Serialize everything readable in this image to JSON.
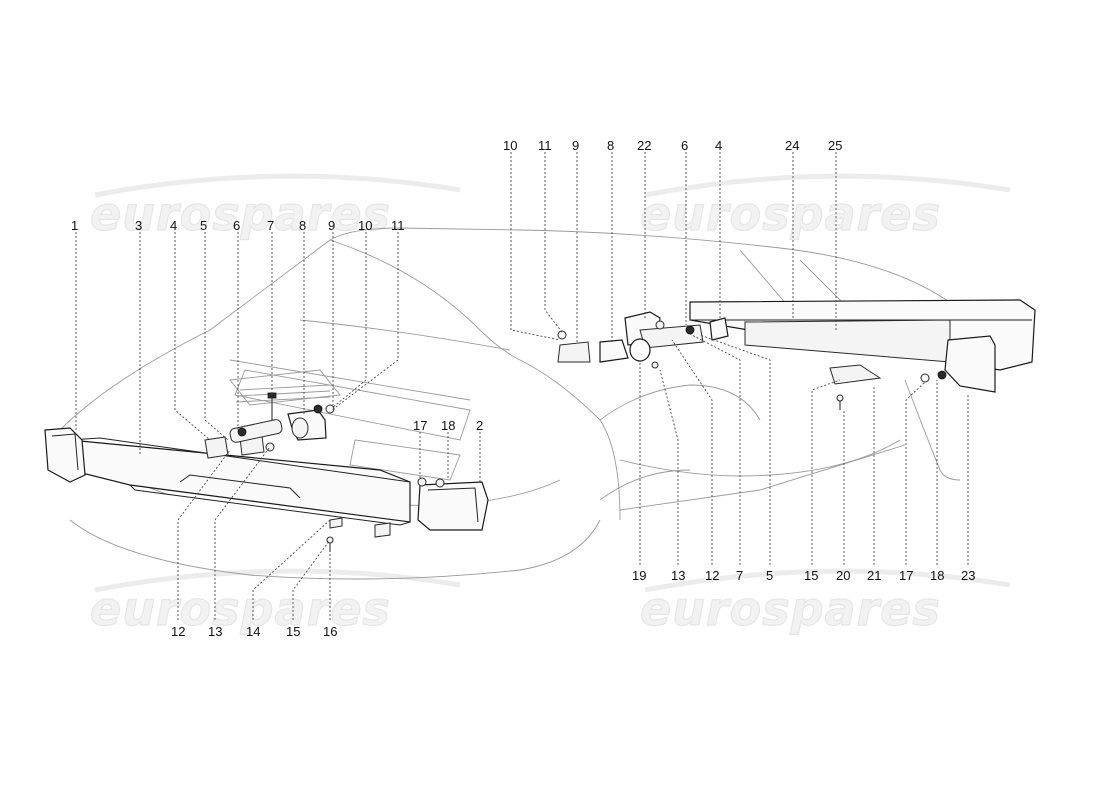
{
  "watermark": {
    "text": "eurospares"
  },
  "labels": {
    "front": {
      "l1": "1",
      "l3": "3",
      "l4": "4",
      "l5": "5",
      "l6": "6",
      "l7": "7",
      "l8": "8",
      "l9": "9",
      "l10": "10",
      "l11": "11",
      "l17": "17",
      "l18": "18",
      "l2": "2",
      "l12": "12",
      "l13": "13",
      "l14": "14",
      "l15": "15",
      "l16": "16"
    },
    "rear": {
      "l10": "10",
      "l11": "11",
      "l9": "9",
      "l8": "8",
      "l22": "22",
      "l6": "6",
      "l4": "4",
      "l24": "24",
      "l25": "25",
      "l19": "19",
      "l13": "13",
      "l12": "12",
      "l7": "7",
      "l5": "5",
      "l15": "15",
      "l20": "20",
      "l21": "21",
      "l17": "17",
      "l18": "18",
      "l23": "23"
    }
  }
}
